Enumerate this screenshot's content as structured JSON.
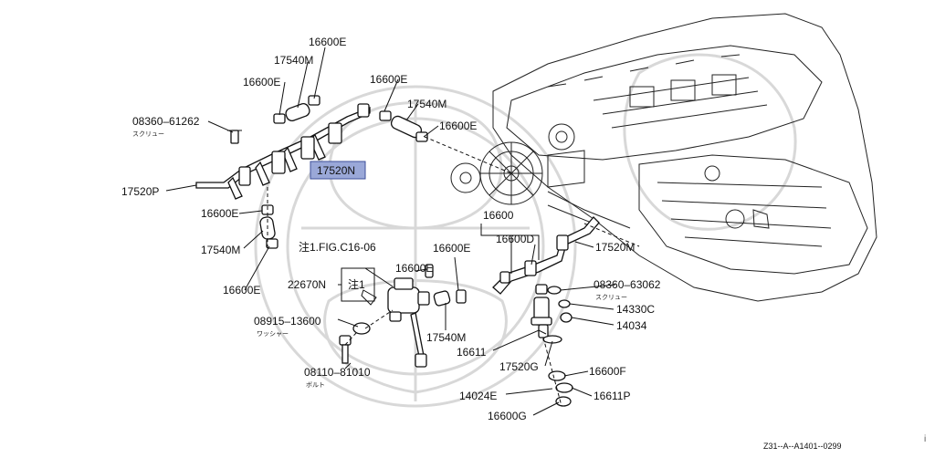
{
  "diagram": {
    "highlight_color": "#9aa8d8",
    "highlight_label": "17520N",
    "note_box": "注1",
    "note_ref": "注1.FIG.C16-06",
    "footer_code": "Z31--A--A1401--0299",
    "corner_mark": "i",
    "labels": {
      "l16600E_top": "16600E",
      "l17540M_top": "17540M",
      "l16600E_upper": "16600E",
      "l08360_61262": "08360–61262",
      "l16600E_mid": "16600E",
      "l17540M_mid": "17540M",
      "l16600E_right": "16600E",
      "l17520P": "17520P",
      "l16600E_left": "16600E",
      "l17540M_left": "17540M",
      "l16600E_bottom": "16600E",
      "l16600": "16600",
      "l16600D": "16600D",
      "l17520M": "17520M",
      "l16600E_center": "16600E",
      "l16600E_c2": "16600E",
      "l22670N": "22670N",
      "l08360_63062": "08360–63062",
      "l14330C": "14330C",
      "l14034": "14034",
      "l08915_13600": "08915–13600",
      "l17540M_c": "17540M",
      "l16611": "16611",
      "l17520G": "17520G",
      "l16600F": "16600F",
      "l08110_81010": "08110–81010",
      "l14024E": "14024E",
      "l16611P": "16611P",
      "l16600G": "16600G"
    },
    "sublabels": {
      "screw1": "スクリュー",
      "screw2": "スクリュー",
      "washer": "ワッシャー",
      "bolt": "ボルト"
    }
  }
}
